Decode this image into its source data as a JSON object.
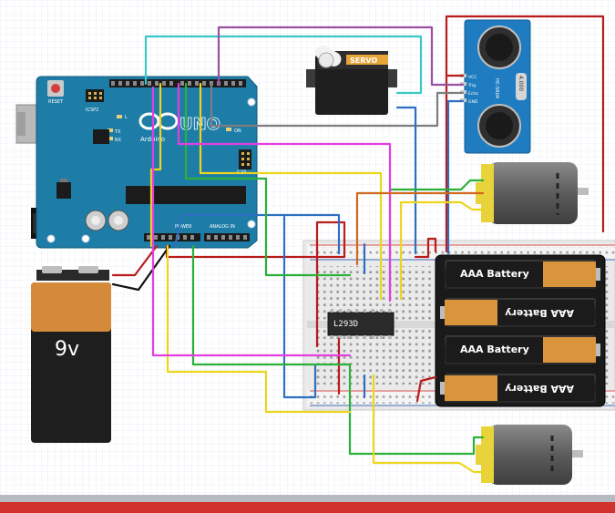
{
  "canvas": {
    "grid_color": "#d9e2f0",
    "footer_colors": [
      "#b8bcc2",
      "#d2322d"
    ]
  },
  "arduino": {
    "logo": "UNO",
    "brand": "Arduino",
    "reset_label": "RESET",
    "icsp2_label": "ICSP2",
    "icsp_label": "ICSP",
    "tx_label": "TX",
    "rx_label": "RX",
    "l_label": "L",
    "on_label": "ON",
    "power_header_label": "POWER",
    "analog_header_label": "ANALOG IN",
    "board_color": "#1e7da7"
  },
  "servo": {
    "label": "SERVO"
  },
  "ultrasonic": {
    "pins": [
      "VCC",
      "Trig",
      "Echo",
      "GND"
    ],
    "model": "HC-SR04",
    "crystal": "4.000"
  },
  "battery_9v": {
    "label": "9v"
  },
  "ic": {
    "label": "L293D"
  },
  "aaa_pack": {
    "cells": [
      "AAA Battery",
      "AAA Battery",
      "AAA Battery",
      "AAA Battery"
    ]
  },
  "wire_colors": {
    "red": "#b81c1c",
    "cyan": "#3cc7c7",
    "purple": "#9b4fa0",
    "blue": "#2f6fc2",
    "gray": "#7d7d7d",
    "green": "#2bb03a",
    "yellow": "#ecd51c",
    "magenta": "#e23ee0",
    "orange": "#d0681e",
    "black": "#111111"
  }
}
